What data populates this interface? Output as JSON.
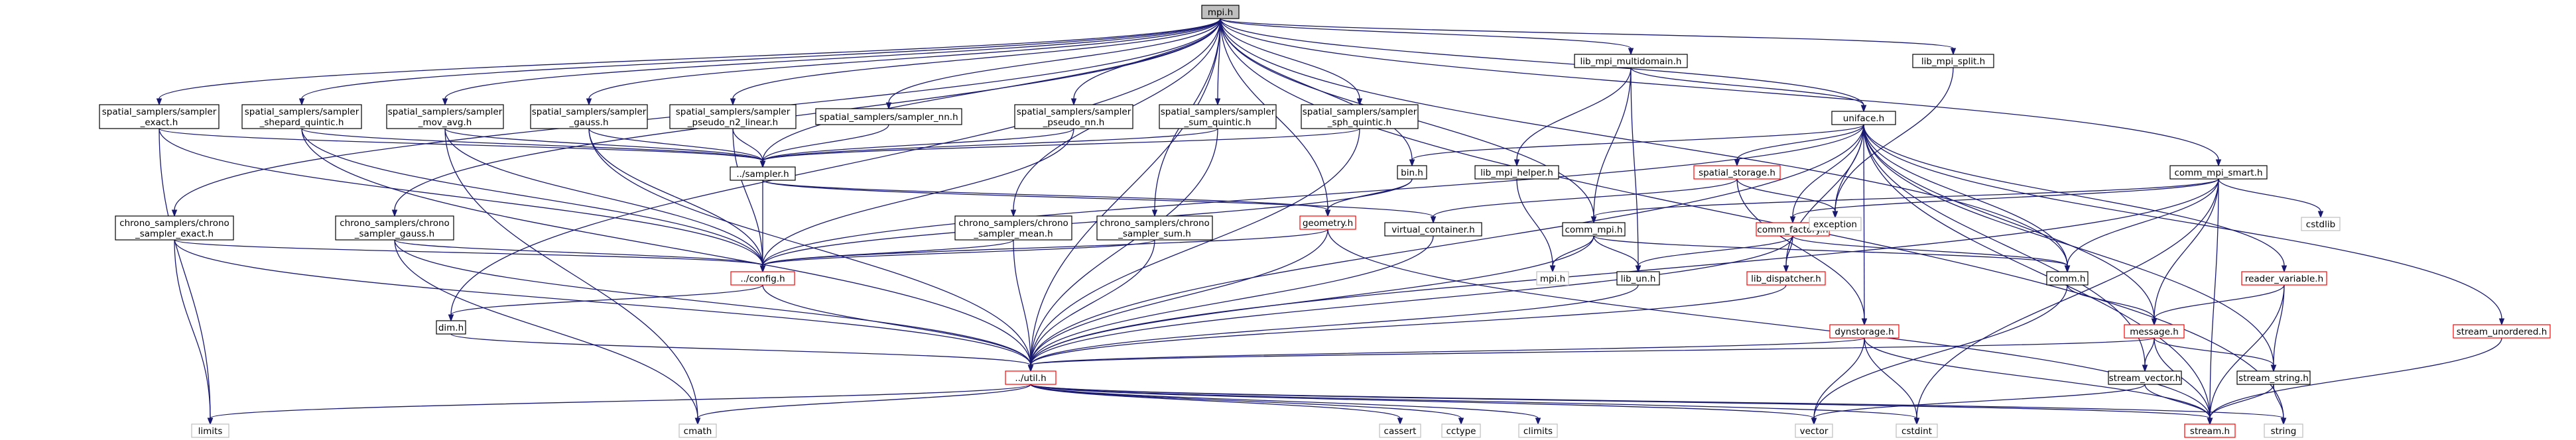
{
  "graph": {
    "title": "mpi.h",
    "colors": {
      "edge": "#191970",
      "root_fill": "#bfbfbf",
      "node_border": "#000000",
      "incomplete_border": "#ff0000",
      "system_border": "#bfbfbf"
    },
    "nodes": [
      {
        "id": "mpi_h",
        "lines": [
          "mpi.h"
        ],
        "kind": "main"
      },
      {
        "id": "ss_exact",
        "lines": [
          "spatial_samplers/sampler",
          "_exact.h"
        ],
        "kind": "link"
      },
      {
        "id": "ss_shepard",
        "lines": [
          "spatial_samplers/sampler",
          "_shepard_quintic.h"
        ],
        "kind": "link"
      },
      {
        "id": "ss_movavg",
        "lines": [
          "spatial_samplers/sampler",
          "_mov_avg.h"
        ],
        "kind": "link"
      },
      {
        "id": "ss_gauss",
        "lines": [
          "spatial_samplers/sampler",
          "_gauss.h"
        ],
        "kind": "link"
      },
      {
        "id": "ss_pseudo_n2",
        "lines": [
          "spatial_samplers/sampler",
          "_pseudo_n2_linear.h"
        ],
        "kind": "link"
      },
      {
        "id": "ss_nn",
        "lines": [
          "spatial_samplers/sampler_nn.h"
        ],
        "kind": "link"
      },
      {
        "id": "ss_pseudo_nn",
        "lines": [
          "spatial_samplers/sampler",
          "_pseudo_nn.h"
        ],
        "kind": "link"
      },
      {
        "id": "ss_sum",
        "lines": [
          "spatial_samplers/sampler",
          "_sum_quintic.h"
        ],
        "kind": "link"
      },
      {
        "id": "ss_sph",
        "lines": [
          "spatial_samplers/sampler",
          "_sph_quintic.h"
        ],
        "kind": "link"
      },
      {
        "id": "lib_mpi_md",
        "lines": [
          "lib_mpi_multidomain.h"
        ],
        "kind": "link"
      },
      {
        "id": "lib_mpi_split",
        "lines": [
          "lib_mpi_split.h"
        ],
        "kind": "link"
      },
      {
        "id": "uniface",
        "lines": [
          "uniface.h"
        ],
        "kind": "link"
      },
      {
        "id": "comm_mpi_smart",
        "lines": [
          "comm_mpi_smart.h"
        ],
        "kind": "link"
      },
      {
        "id": "sampler",
        "lines": [
          "../sampler.h"
        ],
        "kind": "link"
      },
      {
        "id": "bin",
        "lines": [
          "bin.h"
        ],
        "kind": "link"
      },
      {
        "id": "lib_mpi_helper",
        "lines": [
          "lib_mpi_helper.h"
        ],
        "kind": "link"
      },
      {
        "id": "spatial_storage",
        "lines": [
          "spatial_storage.h"
        ],
        "kind": "red"
      },
      {
        "id": "cstdlib",
        "lines": [
          "cstdlib"
        ],
        "kind": "sys"
      },
      {
        "id": "chrono_exact",
        "lines": [
          "chrono_samplers/chrono",
          "_sampler_exact.h"
        ],
        "kind": "link"
      },
      {
        "id": "chrono_gauss",
        "lines": [
          "chrono_samplers/chrono",
          "_sampler_gauss.h"
        ],
        "kind": "link"
      },
      {
        "id": "chrono_mean",
        "lines": [
          "chrono_samplers/chrono",
          "_sampler_mean.h"
        ],
        "kind": "link"
      },
      {
        "id": "chrono_sum",
        "lines": [
          "chrono_samplers/chrono",
          "_sampler_sum.h"
        ],
        "kind": "link"
      },
      {
        "id": "geometry",
        "lines": [
          "geometry.h"
        ],
        "kind": "red"
      },
      {
        "id": "virtual_container",
        "lines": [
          "virtual_container.h"
        ],
        "kind": "link"
      },
      {
        "id": "comm_mpi",
        "lines": [
          "comm_mpi.h"
        ],
        "kind": "link"
      },
      {
        "id": "comm_factory",
        "lines": [
          "comm_factory.h"
        ],
        "kind": "red"
      },
      {
        "id": "exception",
        "lines": [
          "exception"
        ],
        "kind": "sys"
      },
      {
        "id": "config",
        "lines": [
          "../config.h"
        ],
        "kind": "red"
      },
      {
        "id": "mpi_sys",
        "lines": [
          "mpi.h"
        ],
        "kind": "sys"
      },
      {
        "id": "lib_un",
        "lines": [
          "lib_un.h"
        ],
        "kind": "link"
      },
      {
        "id": "lib_dispatcher",
        "lines": [
          "lib_dispatcher.h"
        ],
        "kind": "red"
      },
      {
        "id": "comm",
        "lines": [
          "comm.h"
        ],
        "kind": "link"
      },
      {
        "id": "reader_variable",
        "lines": [
          "reader_variable.h"
        ],
        "kind": "red"
      },
      {
        "id": "dim",
        "lines": [
          "dim.h"
        ],
        "kind": "link"
      },
      {
        "id": "dynstorage",
        "lines": [
          "dynstorage.h"
        ],
        "kind": "red"
      },
      {
        "id": "message",
        "lines": [
          "message.h"
        ],
        "kind": "red"
      },
      {
        "id": "stream_unordered",
        "lines": [
          "stream_unordered.h"
        ],
        "kind": "red"
      },
      {
        "id": "util",
        "lines": [
          "../util.h"
        ],
        "kind": "red"
      },
      {
        "id": "stream_vector",
        "lines": [
          "stream_vector.h"
        ],
        "kind": "link"
      },
      {
        "id": "stream_string",
        "lines": [
          "stream_string.h"
        ],
        "kind": "link"
      },
      {
        "id": "limits",
        "lines": [
          "limits"
        ],
        "kind": "sys"
      },
      {
        "id": "cmath",
        "lines": [
          "cmath"
        ],
        "kind": "sys"
      },
      {
        "id": "cassert",
        "lines": [
          "cassert"
        ],
        "kind": "sys"
      },
      {
        "id": "cctype",
        "lines": [
          "cctype"
        ],
        "kind": "sys"
      },
      {
        "id": "climits",
        "lines": [
          "climits"
        ],
        "kind": "sys"
      },
      {
        "id": "vector",
        "lines": [
          "vector"
        ],
        "kind": "sys"
      },
      {
        "id": "cstdint",
        "lines": [
          "cstdint"
        ],
        "kind": "sys"
      },
      {
        "id": "stream",
        "lines": [
          "stream.h"
        ],
        "kind": "red"
      },
      {
        "id": "string",
        "lines": [
          "string"
        ],
        "kind": "sys"
      }
    ],
    "edges": [
      [
        "mpi_h",
        "ss_exact"
      ],
      [
        "mpi_h",
        "ss_shepard"
      ],
      [
        "mpi_h",
        "ss_movavg"
      ],
      [
        "mpi_h",
        "ss_gauss"
      ],
      [
        "mpi_h",
        "ss_pseudo_n2"
      ],
      [
        "mpi_h",
        "ss_nn"
      ],
      [
        "mpi_h",
        "ss_pseudo_nn"
      ],
      [
        "mpi_h",
        "ss_sum"
      ],
      [
        "mpi_h",
        "ss_sph"
      ],
      [
        "mpi_h",
        "lib_mpi_md"
      ],
      [
        "mpi_h",
        "lib_mpi_split"
      ],
      [
        "mpi_h",
        "uniface"
      ],
      [
        "mpi_h",
        "comm_mpi_smart"
      ],
      [
        "mpi_h",
        "chrono_exact"
      ],
      [
        "mpi_h",
        "chrono_gauss"
      ],
      [
        "mpi_h",
        "chrono_mean"
      ],
      [
        "mpi_h",
        "chrono_sum"
      ],
      [
        "mpi_h",
        "sampler"
      ],
      [
        "mpi_h",
        "bin"
      ],
      [
        "mpi_h",
        "comm_mpi"
      ],
      [
        "mpi_h",
        "comm"
      ],
      [
        "mpi_h",
        "dim"
      ],
      [
        "mpi_h",
        "util"
      ],
      [
        "mpi_h",
        "string"
      ],
      [
        "mpi_h",
        "geometry"
      ],
      [
        "ss_exact",
        "sampler"
      ],
      [
        "ss_exact",
        "config"
      ],
      [
        "ss_exact",
        "limits"
      ],
      [
        "ss_shepard",
        "sampler"
      ],
      [
        "ss_shepard",
        "config"
      ],
      [
        "ss_shepard",
        "util"
      ],
      [
        "ss_movavg",
        "sampler"
      ],
      [
        "ss_movavg",
        "config"
      ],
      [
        "ss_movavg",
        "cmath"
      ],
      [
        "ss_gauss",
        "sampler"
      ],
      [
        "ss_gauss",
        "config"
      ],
      [
        "ss_gauss",
        "util"
      ],
      [
        "ss_pseudo_n2",
        "sampler"
      ],
      [
        "ss_pseudo_n2",
        "config"
      ],
      [
        "ss_nn",
        "sampler"
      ],
      [
        "ss_pseudo_nn",
        "sampler"
      ],
      [
        "ss_pseudo_nn",
        "config"
      ],
      [
        "ss_sum",
        "sampler"
      ],
      [
        "ss_sum",
        "util"
      ],
      [
        "ss_sph",
        "sampler"
      ],
      [
        "ss_sph",
        "util"
      ],
      [
        "sampler",
        "config"
      ],
      [
        "sampler",
        "geometry"
      ],
      [
        "sampler",
        "virtual_container"
      ],
      [
        "lib_mpi_md",
        "uniface"
      ],
      [
        "lib_mpi_md",
        "lib_mpi_helper"
      ],
      [
        "lib_mpi_md",
        "comm_mpi"
      ],
      [
        "lib_mpi_md",
        "lib_un"
      ],
      [
        "lib_mpi_split",
        "exception"
      ],
      [
        "uniface",
        "bin"
      ],
      [
        "uniface",
        "config"
      ],
      [
        "uniface",
        "spatial_storage"
      ],
      [
        "uniface",
        "comm_factory"
      ],
      [
        "uniface",
        "comm"
      ],
      [
        "uniface",
        "lib_dispatcher"
      ],
      [
        "uniface",
        "dynstorage"
      ],
      [
        "uniface",
        "message"
      ],
      [
        "uniface",
        "reader_variable"
      ],
      [
        "uniface",
        "stream_unordered"
      ],
      [
        "uniface",
        "util"
      ],
      [
        "uniface",
        "exception"
      ],
      [
        "uniface",
        "stream_string"
      ],
      [
        "uniface",
        "stream_vector"
      ],
      [
        "uniface",
        "stream"
      ],
      [
        "comm_mpi_smart",
        "comm_mpi"
      ],
      [
        "comm_mpi_smart",
        "comm"
      ],
      [
        "comm_mpi_smart",
        "comm_factory"
      ],
      [
        "comm_mpi_smart",
        "cstdlib"
      ],
      [
        "comm_mpi_smart",
        "message"
      ],
      [
        "comm_mpi_smart",
        "stream"
      ],
      [
        "comm_mpi_smart",
        "util"
      ],
      [
        "comm_mpi_smart",
        "cstdint"
      ],
      [
        "bin",
        "geometry"
      ],
      [
        "bin",
        "config"
      ],
      [
        "lib_mpi_helper",
        "mpi_sys"
      ],
      [
        "spatial_storage",
        "dynstorage"
      ],
      [
        "spatial_storage",
        "exception"
      ],
      [
        "spatial_storage",
        "virtual_container"
      ],
      [
        "chrono_exact",
        "config"
      ],
      [
        "chrono_exact",
        "limits"
      ],
      [
        "chrono_exact",
        "util"
      ],
      [
        "chrono_gauss",
        "config"
      ],
      [
        "chrono_gauss",
        "util"
      ],
      [
        "chrono_gauss",
        "cmath"
      ],
      [
        "chrono_mean",
        "config"
      ],
      [
        "chrono_mean",
        "util"
      ],
      [
        "chrono_sum",
        "config"
      ],
      [
        "chrono_sum",
        "util"
      ],
      [
        "geometry",
        "config"
      ],
      [
        "geometry",
        "stream"
      ],
      [
        "geometry",
        "util"
      ],
      [
        "virtual_container",
        "util"
      ],
      [
        "comm_mpi",
        "mpi_sys"
      ],
      [
        "comm_mpi",
        "lib_un"
      ],
      [
        "comm_mpi",
        "comm"
      ],
      [
        "comm_mpi",
        "util"
      ],
      [
        "comm_factory",
        "comm"
      ],
      [
        "comm_factory",
        "lib_un"
      ],
      [
        "comm_factory",
        "lib_dispatcher"
      ],
      [
        "comm_factory",
        "util"
      ],
      [
        "config",
        "util"
      ],
      [
        "config",
        "dim"
      ],
      [
        "lib_un",
        "util"
      ],
      [
        "lib_dispatcher",
        "util"
      ],
      [
        "comm",
        "message"
      ],
      [
        "comm",
        "vector"
      ],
      [
        "reader_variable",
        "message"
      ],
      [
        "reader_variable",
        "stream_string"
      ],
      [
        "reader_variable",
        "stream"
      ],
      [
        "dim",
        "util"
      ],
      [
        "dynstorage",
        "util"
      ],
      [
        "dynstorage",
        "vector"
      ],
      [
        "dynstorage",
        "cstdint"
      ],
      [
        "dynstorage",
        "stream"
      ],
      [
        "message",
        "util"
      ],
      [
        "message",
        "stream_vector"
      ],
      [
        "message",
        "stream_string"
      ],
      [
        "message",
        "stream"
      ],
      [
        "stream_unordered",
        "stream"
      ],
      [
        "util",
        "limits"
      ],
      [
        "util",
        "cmath"
      ],
      [
        "util",
        "cassert"
      ],
      [
        "util",
        "cctype"
      ],
      [
        "util",
        "climits"
      ],
      [
        "util",
        "vector"
      ],
      [
        "util",
        "cstdint"
      ],
      [
        "util",
        "stream"
      ],
      [
        "util",
        "string"
      ],
      [
        "stream_vector",
        "vector"
      ],
      [
        "stream_vector",
        "stream"
      ],
      [
        "stream_string",
        "stream"
      ],
      [
        "stream_string",
        "string"
      ]
    ]
  }
}
